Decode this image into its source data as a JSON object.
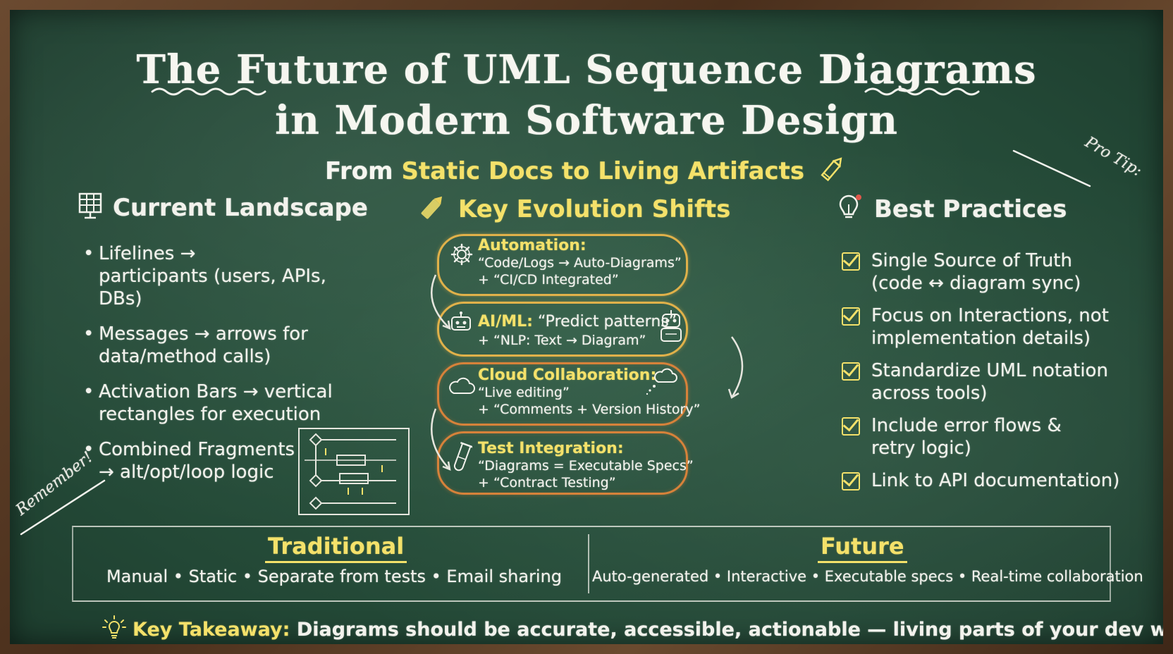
{
  "title_line1": "The Future of UML Sequence Diagrams",
  "title_line2": "in Modern Software Design",
  "subtitle_lead": "From ",
  "subtitle_highlight": "Static Docs to Living Artifacts",
  "corner_notes": {
    "pro_tip": "Pro Tip:",
    "remember": "Remember!"
  },
  "current_landscape": {
    "heading": "Current Landscape",
    "icon": "desktop-grid-icon",
    "bullets": [
      {
        "line1": "Lifelines →",
        "line2": "participants (users, APIs, DBs)"
      },
      {
        "line1": "Messages → arrows for",
        "line2": "data/method calls)"
      },
      {
        "line1": "Activation Bars → vertical",
        "line2": "rectangles for execution"
      },
      {
        "line1": "Combined Fragments",
        "line2": "→ alt/opt/loop logic"
      }
    ]
  },
  "key_shifts": {
    "heading": "Key Evolution Shifts",
    "icon": "chalk-pencil-icon",
    "items": [
      {
        "title": "Automation:",
        "line1": "“Code/Logs → Auto-Diagrams”",
        "line2": "+ “CI/CD Integrated”",
        "icon": "gear-icon"
      },
      {
        "title": "AI/ML:",
        "title_rest": " “Predict patterns”",
        "line2": "+ “NLP: Text → Diagram”",
        "icon": "robot-icon"
      },
      {
        "title": "Cloud Collaboration:",
        "line1": "“Live editing”",
        "line2": "+ “Comments + Version History”",
        "icon": "cloud-icon"
      },
      {
        "title": "Test Integration:",
        "line1": "“Diagrams = Executable Specs”",
        "line2": "+ “Contract Testing”",
        "icon": "test-tube-icon"
      }
    ]
  },
  "best_practices": {
    "heading": "Best Practices",
    "icon": "lightbulb-pin-icon",
    "items": [
      {
        "line1": "Single Source of Truth",
        "line2": "(code ↔ diagram sync)"
      },
      {
        "line1": "Focus on Interactions, not",
        "line2": "implementation details)"
      },
      {
        "line1": "Standardize UML notation",
        "line2": "across tools)"
      },
      {
        "line1": "Include error flows &",
        "line2": "retry logic)"
      },
      {
        "line1": "Link to API documentation)",
        "line2": ""
      }
    ]
  },
  "comparison": {
    "traditional_title": "Traditional",
    "traditional_text": "Manual • Static • Separate from tests • Email sharing",
    "future_title": "Future",
    "future_text": "Auto-generated • Interactive • Executable specs • Real-time collaboration"
  },
  "takeaway": {
    "label": "Key Takeaway:",
    "text": " Diagrams should be accurate, accessible, actionable — living parts of your dev workflow!",
    "icon": "lightbulb-icon"
  },
  "colors": {
    "board": "#2f5b44",
    "chalk_yellow": "#f4e16a",
    "chalk_orange": "#d7823a",
    "chalk_white": "#f2f2ec"
  }
}
